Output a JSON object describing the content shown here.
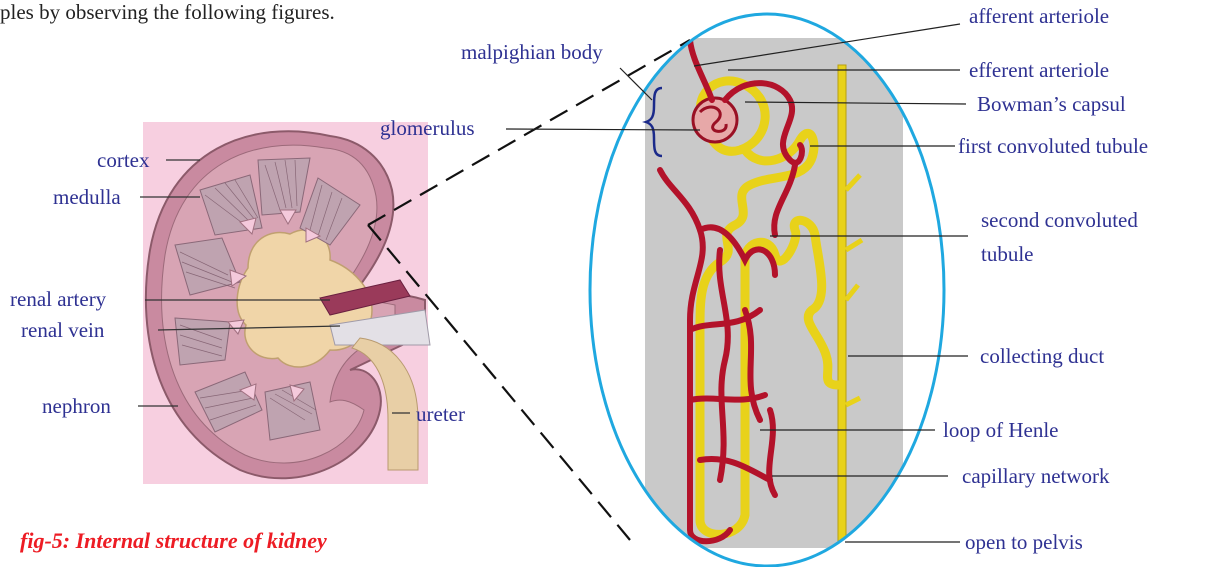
{
  "intro_fragment": "ples by observing the following figures.",
  "kidney_labels": {
    "cortex": "cortex",
    "medulla": "medulla",
    "renal_artery": "renal artery",
    "renal_vein": "renal vein",
    "nephron": "nephron",
    "ureter": "ureter"
  },
  "nephron_labels": {
    "malpighian_body": "malpighian body",
    "glomerulus": "glomerulus",
    "afferent_arteriole": "afferent arteriole",
    "efferent_arteriole": "efferent arteriole",
    "bowmans_capsule": "Bowman’s capsul",
    "first_convoluted_tubule": "first convoluted tubule",
    "second_convoluted_tubule_line1": "second  convoluted",
    "second_convoluted_tubule_line2": "tubule",
    "collecting_duct": "collecting duct",
    "loop_of_henle": "loop of Henle",
    "capillary_network": "capillary network",
    "open_to_pelvis": "open to pelvis"
  },
  "caption": "fig-5: Internal structure of kidney",
  "colors": {
    "label_text": "#2e3192",
    "caption": "#ed1c24",
    "kidney_bg": "#f7cfe0",
    "oval_outline": "#1fa8e0",
    "vessel_red": "#b3122a",
    "tubule_yellow": "#e8d21a",
    "panel_gray": "#c9c9c9"
  }
}
